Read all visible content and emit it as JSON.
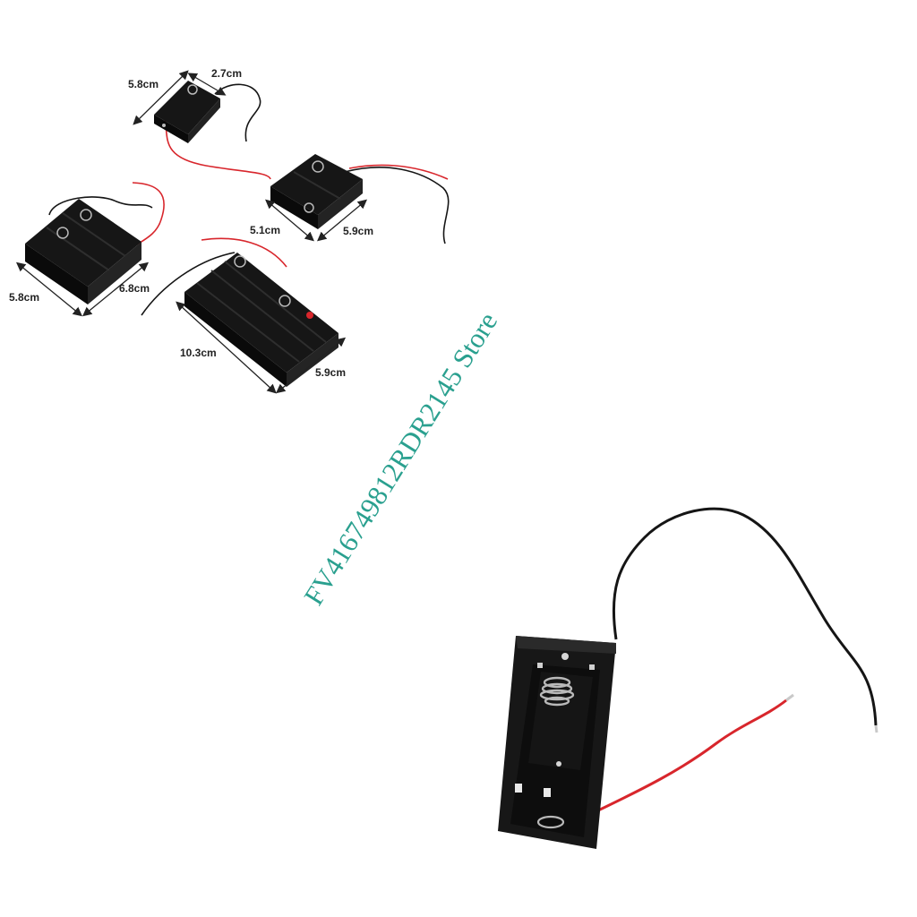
{
  "colors": {
    "background": "#ffffff",
    "holder_black": "#161616",
    "wire_red": "#d8262c",
    "wire_black": "#151515",
    "watermark": "#2aa08f",
    "spring": "#b9b9b9"
  },
  "watermark": {
    "text": "FV41674981​2RDR2145 Store"
  },
  "products": [
    {
      "name": "1-cell holder",
      "dims": [
        "5.8cm",
        "2.7cm"
      ]
    },
    {
      "name": "2-cell holder",
      "dims": [
        "5.1cm",
        "5.9cm"
      ]
    },
    {
      "name": "3-cell holder",
      "dims": [
        "5.8cm",
        "6.8cm"
      ]
    },
    {
      "name": "4-cell holder",
      "dims": [
        "10.3cm",
        "5.9cm"
      ]
    }
  ]
}
